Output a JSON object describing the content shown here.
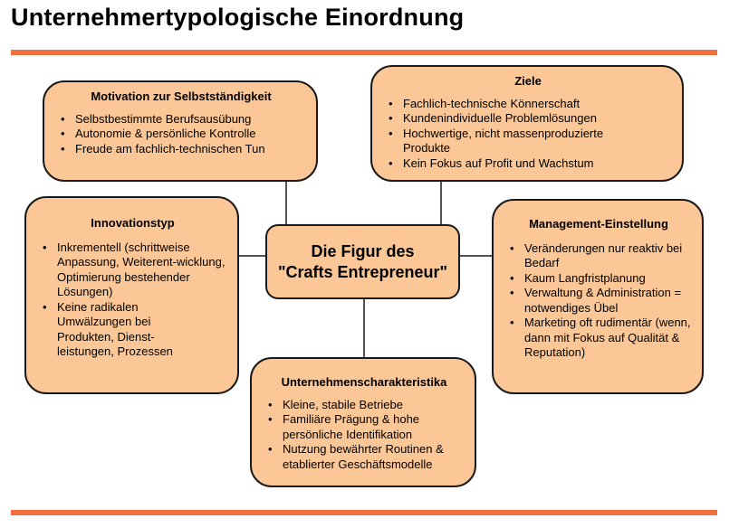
{
  "title": "Unternehmertypologische Einordnung",
  "center": {
    "line1": "Die Figur des",
    "line2": "\"Crafts Entrepreneur\""
  },
  "motivation": {
    "heading": "Motivation zur Selbstständigkeit",
    "items": [
      "Selbstbestimmte Berufsausübung",
      "Autonomie & persönliche Kontrolle",
      "Freude am fachlich-technischen Tun"
    ]
  },
  "ziele": {
    "heading": "Ziele",
    "items": [
      "Fachlich-technische Könnerschaft",
      "Kundenindividuelle Problemlösungen",
      "Hochwertige, nicht massenproduzierte Produkte",
      "Kein Fokus auf Profit und Wachstum"
    ]
  },
  "innovationstyp": {
    "heading": "Innovationstyp",
    "items": [
      "Inkrementell (schrittweise Anpassung, Weiterent-wicklung, Optimierung bestehender Lösungen)",
      "Keine radikalen Umwälzungen bei Produkten, Dienst-leistungen, Prozessen"
    ]
  },
  "management": {
    "heading": "Management-Einstellung",
    "items": [
      "Veränderungen nur reaktiv bei Bedarf",
      "Kaum Langfristplanung",
      "Verwaltung & Administration = notwendiges Übel",
      "Marketing oft rudimentär (wenn, dann mit Fokus auf Qualität & Reputation)"
    ]
  },
  "charakteristika": {
    "heading": "Unternehmenscharakteristika",
    "items": [
      "Kleine, stabile Betriebe",
      "Familiäre Prägung & hohe persönliche Identifikation",
      "Nutzung bewährter Routinen & etablierter Geschäftsmodelle"
    ]
  },
  "colors": {
    "accent": "#f07040",
    "box_fill": "#fbc796",
    "border": "#1a1a1a"
  }
}
